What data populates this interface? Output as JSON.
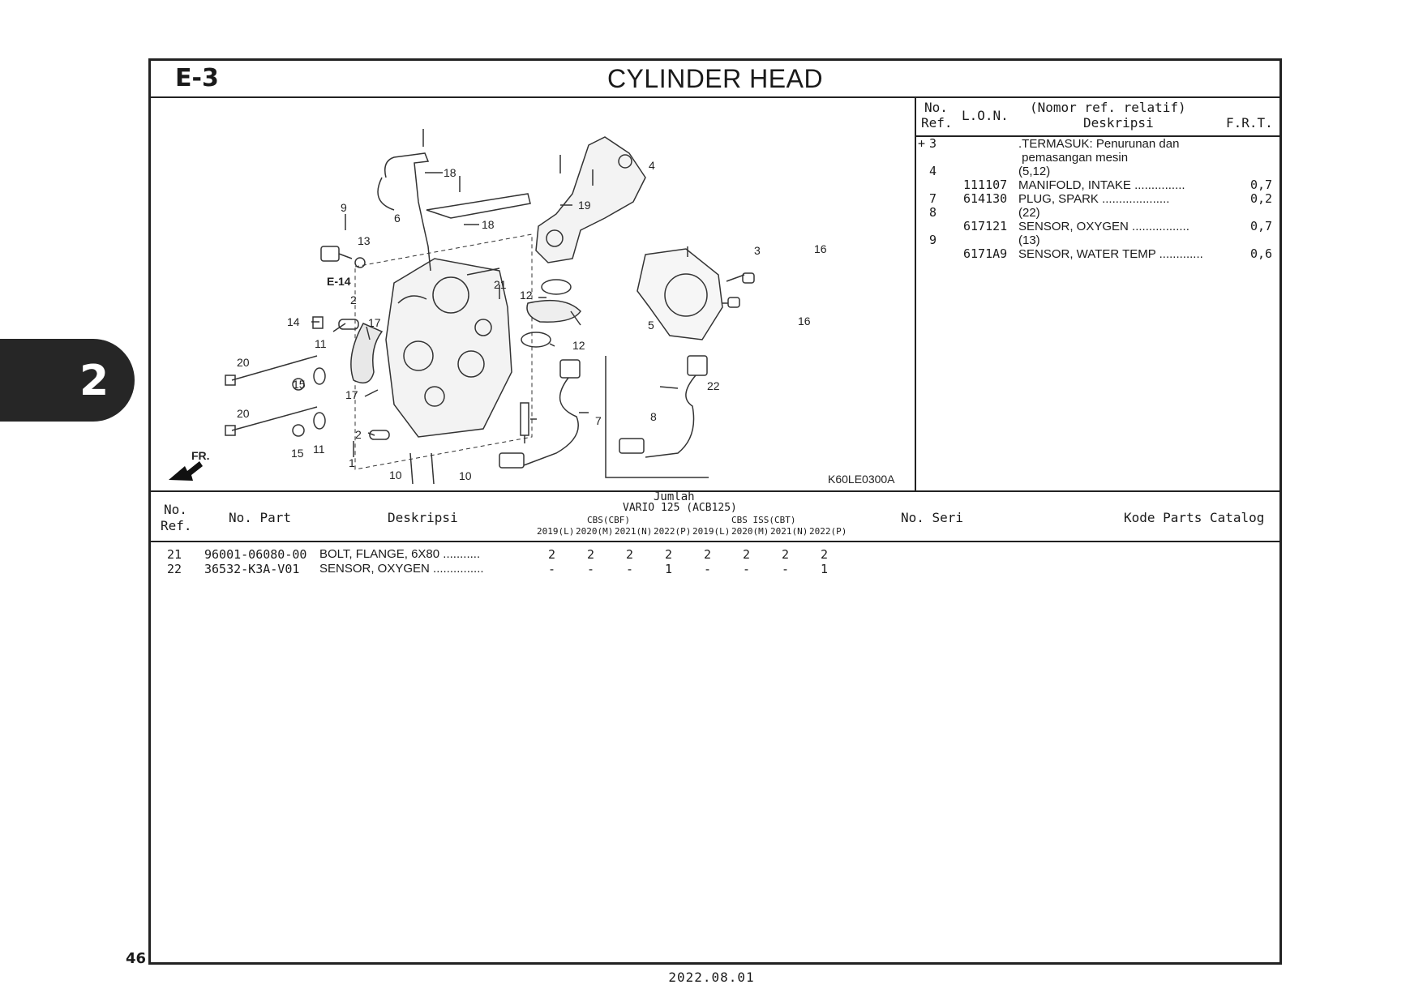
{
  "section": {
    "code": "E-3",
    "title": "CYLINDER HEAD"
  },
  "side_tab": {
    "number": "2"
  },
  "page_number": "46",
  "date": "2022.08.01",
  "diagram": {
    "code": "K60LE0300A",
    "direction_label": "FR.",
    "ref_label": "E-14",
    "callouts": [
      "1",
      "2",
      "2",
      "3",
      "4",
      "5",
      "6",
      "7",
      "8",
      "9",
      "10",
      "10",
      "11",
      "11",
      "12",
      "12",
      "13",
      "14",
      "15",
      "15",
      "16",
      "16",
      "17",
      "17",
      "18",
      "18",
      "19",
      "20",
      "20",
      "21",
      "22"
    ]
  },
  "ref_table": {
    "headers": {
      "no": "No.",
      "ref": "Ref.",
      "lon": "L.O.N.",
      "desc_note": "(Nomor ref. relatif)",
      "desc": "Deskripsi",
      "frt": "F.R.T."
    },
    "rows": [
      {
        "mark": "+",
        "ref": "3",
        "lon": "",
        "desc": ".TERMASUK: Penurunan dan",
        "frt": ""
      },
      {
        "mark": "",
        "ref": "",
        "lon": "",
        "desc": " pemasangan mesin",
        "frt": ""
      },
      {
        "mark": "",
        "ref": "4",
        "lon": "",
        "desc": "(5,12)",
        "frt": ""
      },
      {
        "mark": "",
        "ref": "",
        "lon": "111107",
        "desc": "MANIFOLD, INTAKE ...............",
        "frt": "0,7"
      },
      {
        "mark": "",
        "ref": "7",
        "lon": "614130",
        "desc": "PLUG, SPARK ....................",
        "frt": "0,2"
      },
      {
        "mark": "",
        "ref": "8",
        "lon": "",
        "desc": "(22)",
        "frt": ""
      },
      {
        "mark": "",
        "ref": "",
        "lon": "617121",
        "desc": "SENSOR, OXYGEN .................",
        "frt": "0,7"
      },
      {
        "mark": "",
        "ref": "9",
        "lon": "",
        "desc": "(13)",
        "frt": ""
      },
      {
        "mark": "",
        "ref": "",
        "lon": "6171A9",
        "desc": "SENSOR, WATER TEMP .............",
        "frt": "0,6"
      }
    ]
  },
  "parts_table": {
    "headers": {
      "no": "No.",
      "ref": "Ref.",
      "part": "No. Part",
      "desc": "Deskripsi",
      "qty": "Jumlah",
      "model": "VARIO 125 (ACB125)",
      "group1": "CBS(CBF)",
      "group2": "CBS ISS(CBT)",
      "years": [
        "2019(L)",
        "2020(M)",
        "2021(N)",
        "2022(P)",
        "2019(L)",
        "2020(M)",
        "2021(N)",
        "2022(P)"
      ],
      "serial": "No. Seri",
      "catalog": "Kode Parts Catalog"
    },
    "rows": [
      {
        "ref": "21",
        "part": "96001-06080-00",
        "desc": "BOLT, FLANGE, 6X80 ...........",
        "qty": [
          "2",
          "2",
          "2",
          "2",
          "2",
          "2",
          "2",
          "2"
        ]
      },
      {
        "ref": "22",
        "part": "36532-K3A-V01",
        "desc": "SENSOR, OXYGEN ...............",
        "qty": [
          "-",
          "-",
          "-",
          "1",
          "-",
          "-",
          "-",
          "1"
        ]
      }
    ]
  }
}
